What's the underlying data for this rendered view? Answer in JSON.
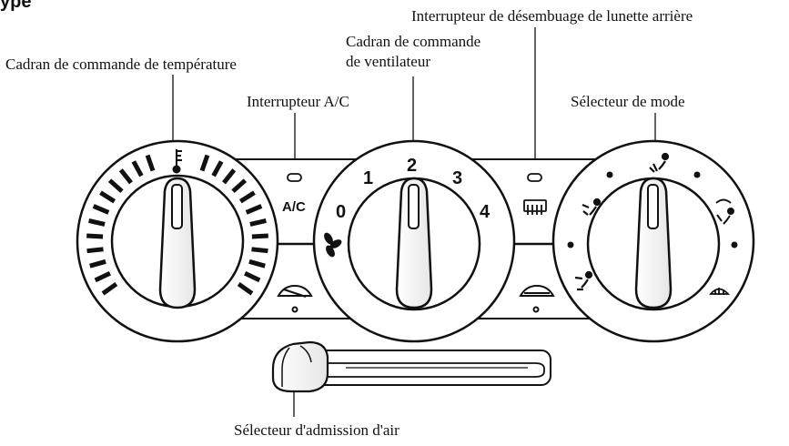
{
  "header_fragment": "ype",
  "callouts": {
    "temperature_dial": "Cadran de commande de température",
    "ac_switch": "Interrupteur A/C",
    "fan_dial_line1": "Cadran de commande",
    "fan_dial_line2": "de ventilateur",
    "rear_defrost": "Interrupteur de désembuage de lunette arrière",
    "mode_selector": "Sélecteur de mode",
    "air_intake": "Sélecteur d'admission d'air"
  },
  "panel": {
    "ac_label": "A/C",
    "fan_speeds": [
      "0",
      "1",
      "2",
      "3",
      "4"
    ]
  },
  "colors": {
    "ink": "#111111",
    "background": "#ffffff"
  }
}
